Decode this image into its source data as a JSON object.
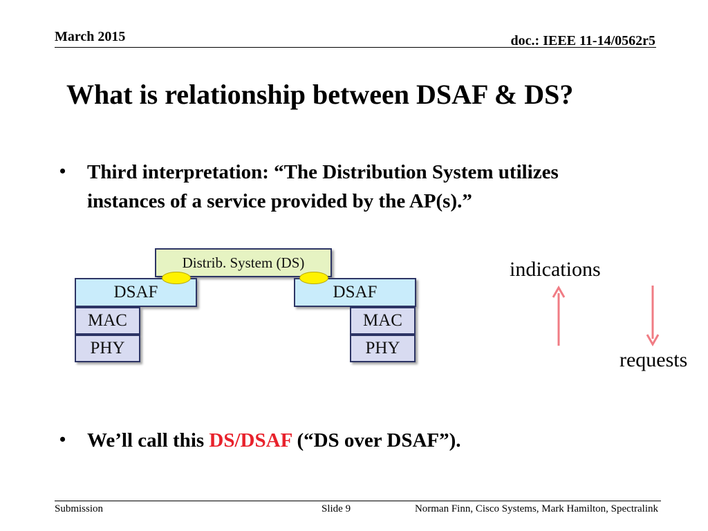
{
  "header": {
    "date": "March 2015",
    "doc": "doc.: IEEE 11-14/0562r5"
  },
  "title": "What is relationship between DSAF & DS?",
  "bullets": [
    {
      "marker": "•",
      "text": "Third interpretation:  “The Distribution System utilizes instances of a service provided by the AP(s).”"
    },
    {
      "marker": "•",
      "prefix": "We’ll call this ",
      "highlight": "DS/DSAF",
      "suffix": " (“DS over DSAF”)."
    }
  ],
  "diagram": {
    "ds_label": "Distrib. System (DS)",
    "left_stack": {
      "dsaf": "DSAF",
      "mac": "MAC",
      "phy": "PHY"
    },
    "right_stack": {
      "dsaf": "DSAF",
      "mac": "MAC",
      "phy": "PHY"
    },
    "indications_label": "indications",
    "requests_label": "requests"
  },
  "colors": {
    "ds_fill": "#e6f3c2",
    "dsaf_fill": "#c9ecfb",
    "stack_fill": "#d8dbf1",
    "sap_fill": "#fff200",
    "arrow": "#f07c84",
    "highlight": "#e8212b"
  },
  "footer": {
    "left": "Submission",
    "slide": "Slide 9",
    "authors": "Norman Finn, Cisco Systems, Mark Hamilton, Spectralink"
  }
}
